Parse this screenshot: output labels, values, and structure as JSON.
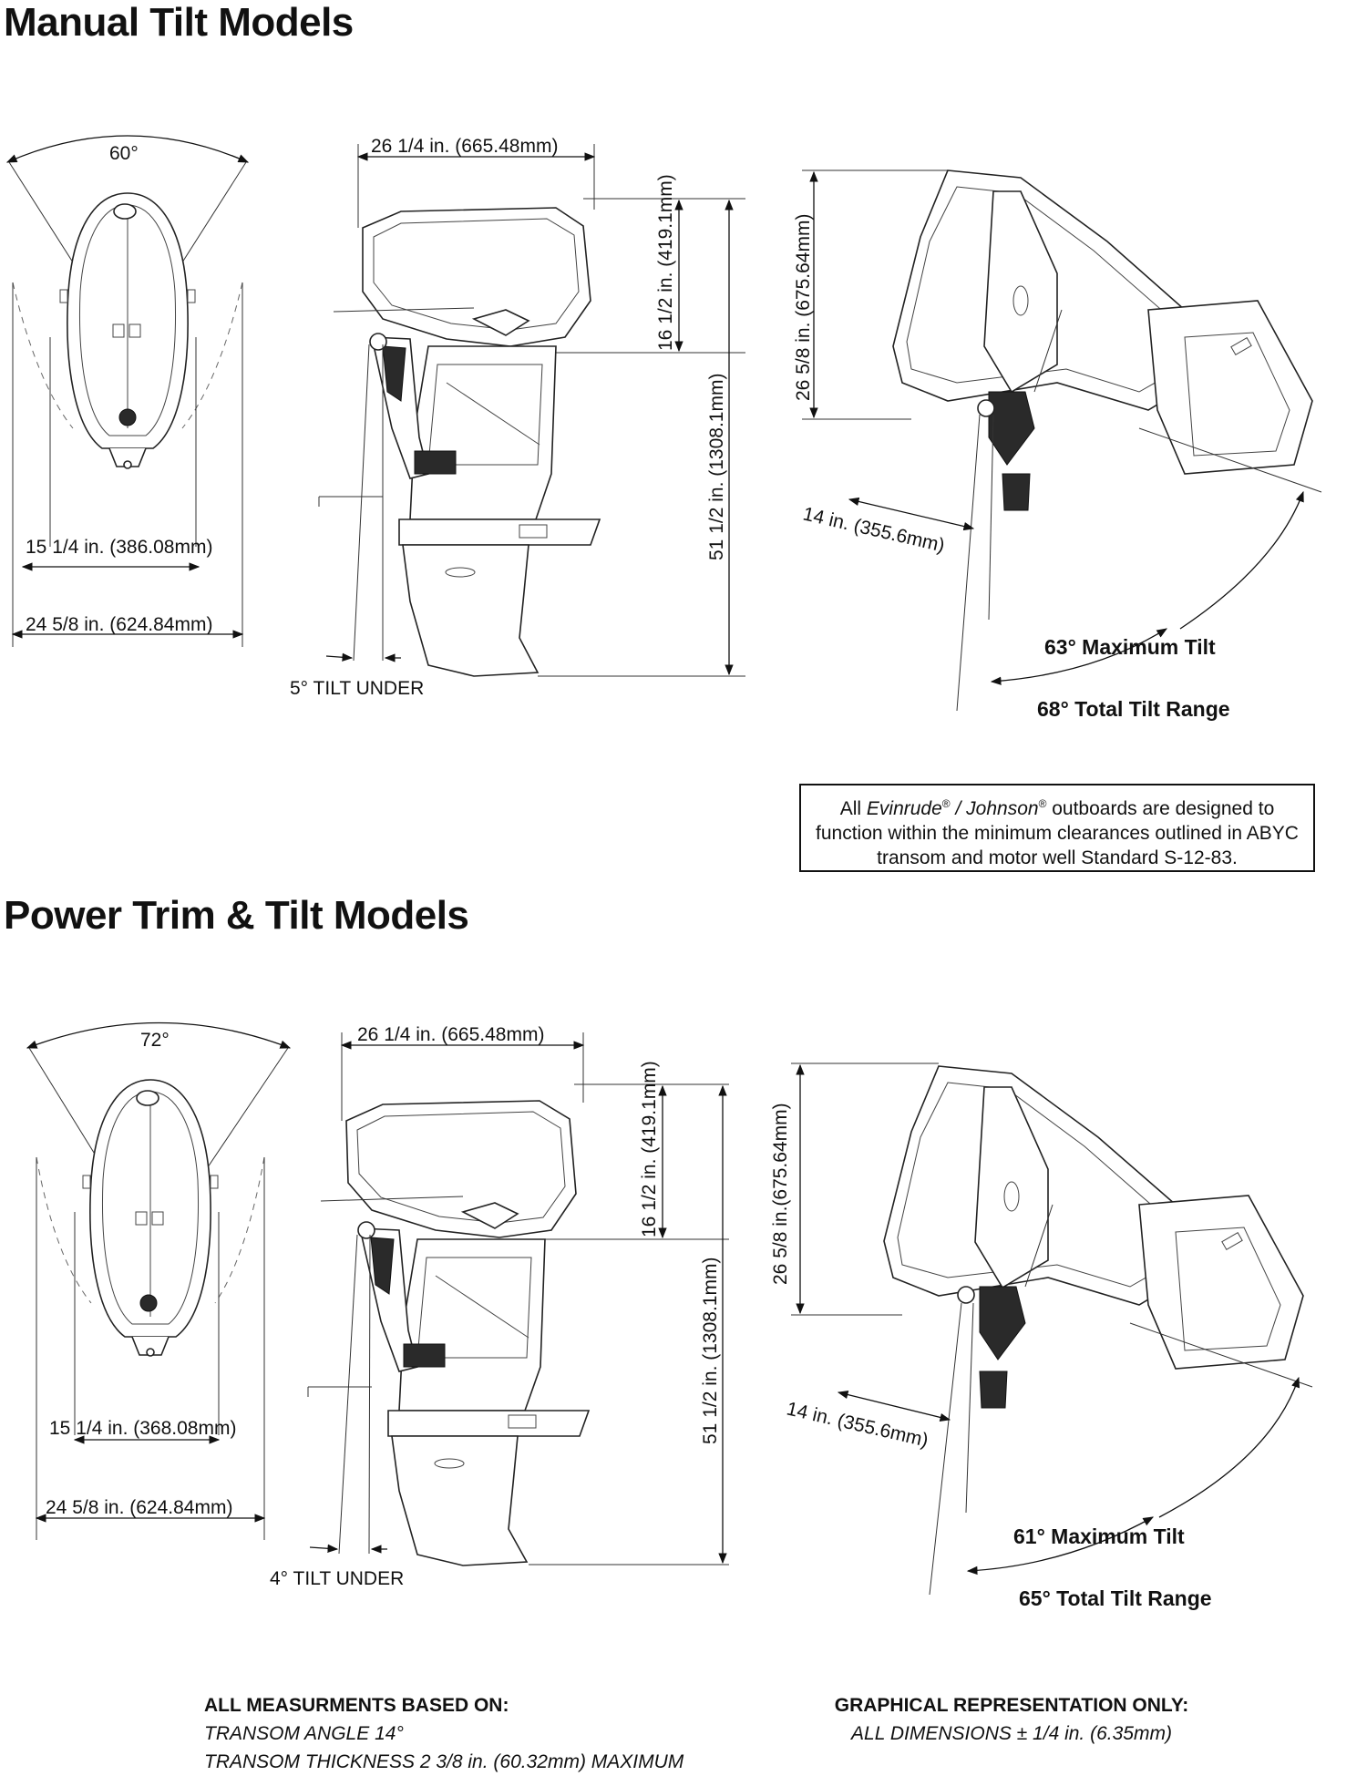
{
  "sections": [
    {
      "title": "Manual Tilt Models",
      "steer_angle": "60°",
      "width_inner": "15 1/4 in. (386.08mm)",
      "width_outer": "24 5/8 in. (624.84mm)",
      "length": "26 1/4 in. (665.48mm)",
      "height_upper": "16 1/2 in. (419.1mm)",
      "height_total": "51 1/2 in. (1308.1mm)",
      "tilt_under": "5° TILT UNDER",
      "tilted_height": "26 5/8 in. (675.64mm)",
      "tilted_offset": "14 in. (355.6mm)",
      "max_tilt": "63° Maximum Tilt",
      "total_tilt": "68° Total Tilt Range"
    },
    {
      "title": "Power Trim & Tilt Models",
      "steer_angle": "72°",
      "width_inner": "15 1/4 in. (368.08mm)",
      "width_outer": "24 5/8 in. (624.84mm)",
      "length": "26 1/4 in. (665.48mm)",
      "height_upper": "16 1/2 in. (419.1mm)",
      "height_total": "51 1/2 in. (1308.1mm)",
      "tilt_under": "4° TILT UNDER",
      "tilted_height": "26 5/8 in.(675.64mm)",
      "tilted_offset": "14 in. (355.6mm)",
      "max_tilt": "61° Maximum Tilt",
      "total_tilt": "65° Total Tilt Range"
    }
  ],
  "notice": {
    "part1": "All ",
    "brand1": "Evinrude",
    "reg1": "®",
    "sep": " / ",
    "brand2": "Johnson",
    "reg2": "®",
    "part2": " outboards are designed to function within the minimum clearances outlined in ABYC transom and motor well Standard S-12-83."
  },
  "footer": {
    "left_heading": "ALL MEASURMENTS BASED ON:",
    "left_line1": "TRANSOM ANGLE 14°",
    "left_line2": "TRANSOM THICKNESS 2 3/8 in. (60.32mm) MAXIMUM",
    "right_heading": "GRAPHICAL REPRESENTATION ONLY:",
    "right_line1": "ALL DIMENSIONS ± 1/4 in. (6.35mm)"
  }
}
